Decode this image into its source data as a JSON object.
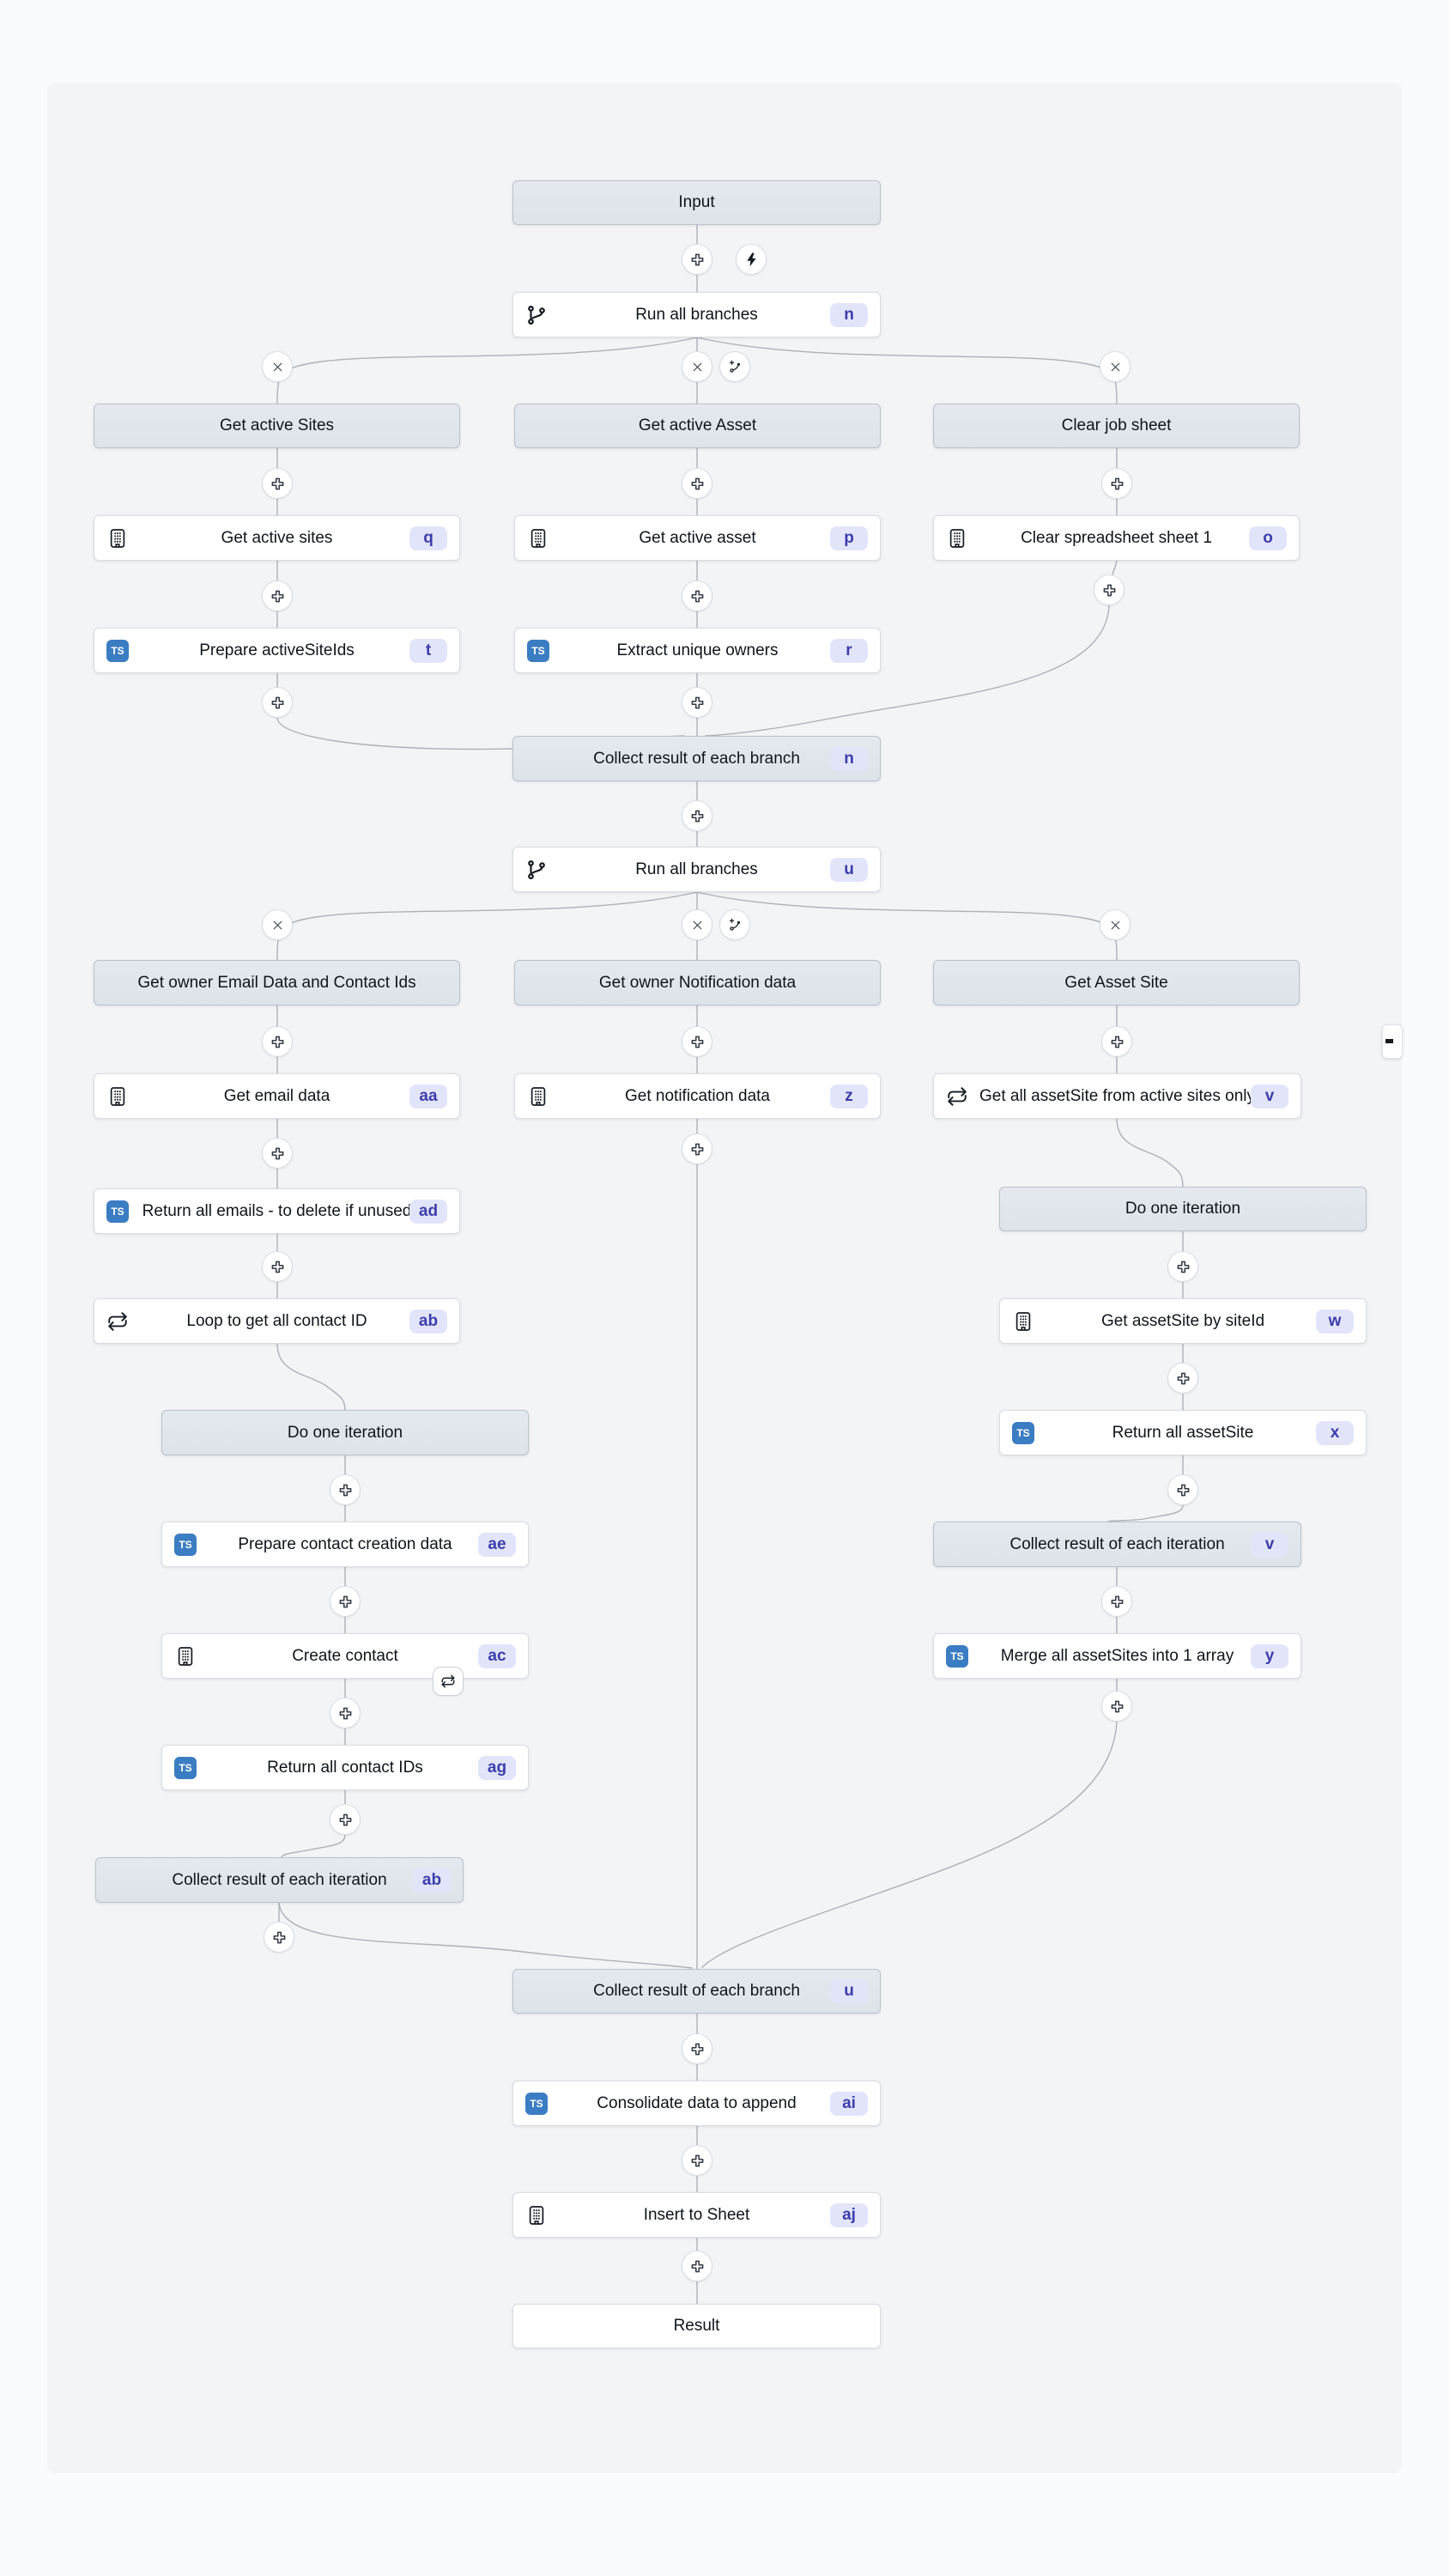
{
  "canvas": {
    "background": "#f3f4f6",
    "page_background": "#fafbfc"
  },
  "colors": {
    "header_node_bg": "#e0e6ec",
    "node_border": "#d9dce1",
    "badge_bg": "#e2e5f9",
    "badge_text": "#3d3dac",
    "typescript_blue": "#3b7dc2",
    "edge": "#acb1b9"
  },
  "icons": {
    "plus": "add-step-icon",
    "x": "remove-branch-icon",
    "branch_add": "add-branch-icon",
    "lightning": "trigger-lightning-icon",
    "branch": "git-branch-icon",
    "sheet": "spreadsheet-icon",
    "ts": "typescript-icon",
    "loop": "loop-icon"
  },
  "nodes": {
    "input": {
      "label": "Input"
    },
    "run1": {
      "label": "Run all branches",
      "badge": "n"
    },
    "hdr_sites": {
      "label": "Get active Sites"
    },
    "hdr_asset": {
      "label": "Get active Asset"
    },
    "hdr_clear": {
      "label": "Clear job sheet"
    },
    "get_sites": {
      "label": "Get active sites",
      "badge": "q"
    },
    "get_asset": {
      "label": "Get active asset",
      "badge": "p"
    },
    "clear_sheet": {
      "label": "Clear spreadsheet sheet 1",
      "badge": "o"
    },
    "prep_ids": {
      "label": "Prepare activeSiteIds",
      "badge": "t"
    },
    "extract_owners": {
      "label": "Extract unique owners",
      "badge": "r"
    },
    "collect1": {
      "label": "Collect result of each branch",
      "badge": "n"
    },
    "run2": {
      "label": "Run all branches",
      "badge": "u"
    },
    "hdr_email": {
      "label": "Get owner Email Data and Contact Ids"
    },
    "hdr_notif": {
      "label": "Get owner Notification data"
    },
    "hdr_assetsite": {
      "label": "Get Asset Site"
    },
    "get_email": {
      "label": "Get email data",
      "badge": "aa"
    },
    "get_notif": {
      "label": "Get notification data",
      "badge": "z"
    },
    "get_all_assetsite": {
      "label": "Get all assetSite from active sites only",
      "badge": "v"
    },
    "return_emails": {
      "label": "Return all emails - to delete if unused",
      "badge": "ad"
    },
    "loop_contact": {
      "label": "Loop to get all contact ID",
      "badge": "ab"
    },
    "iter_left": {
      "label": "Do one iteration"
    },
    "prep_contact": {
      "label": "Prepare contact creation data",
      "badge": "ae"
    },
    "create_contact": {
      "label": "Create contact",
      "badge": "ac"
    },
    "return_contact_ids": {
      "label": "Return all contact IDs",
      "badge": "ag"
    },
    "collect_iter_left": {
      "label": "Collect result of each iteration",
      "badge": "ab"
    },
    "iter_right": {
      "label": "Do one iteration"
    },
    "get_by_siteid": {
      "label": "Get assetSite by siteId",
      "badge": "w"
    },
    "return_assetsite": {
      "label": "Return all assetSite",
      "badge": "x"
    },
    "collect_iter_right": {
      "label": "Collect result of each iteration",
      "badge": "v"
    },
    "merge_assetsites": {
      "label": "Merge all assetSites into 1 array",
      "badge": "y"
    },
    "collect2": {
      "label": "Collect result of each branch",
      "badge": "u"
    },
    "consolidate": {
      "label": "Consolidate data to append",
      "badge": "ai"
    },
    "insert_sheet": {
      "label": "Insert to Sheet",
      "badge": "aj"
    },
    "result": {
      "label": "Result"
    }
  }
}
